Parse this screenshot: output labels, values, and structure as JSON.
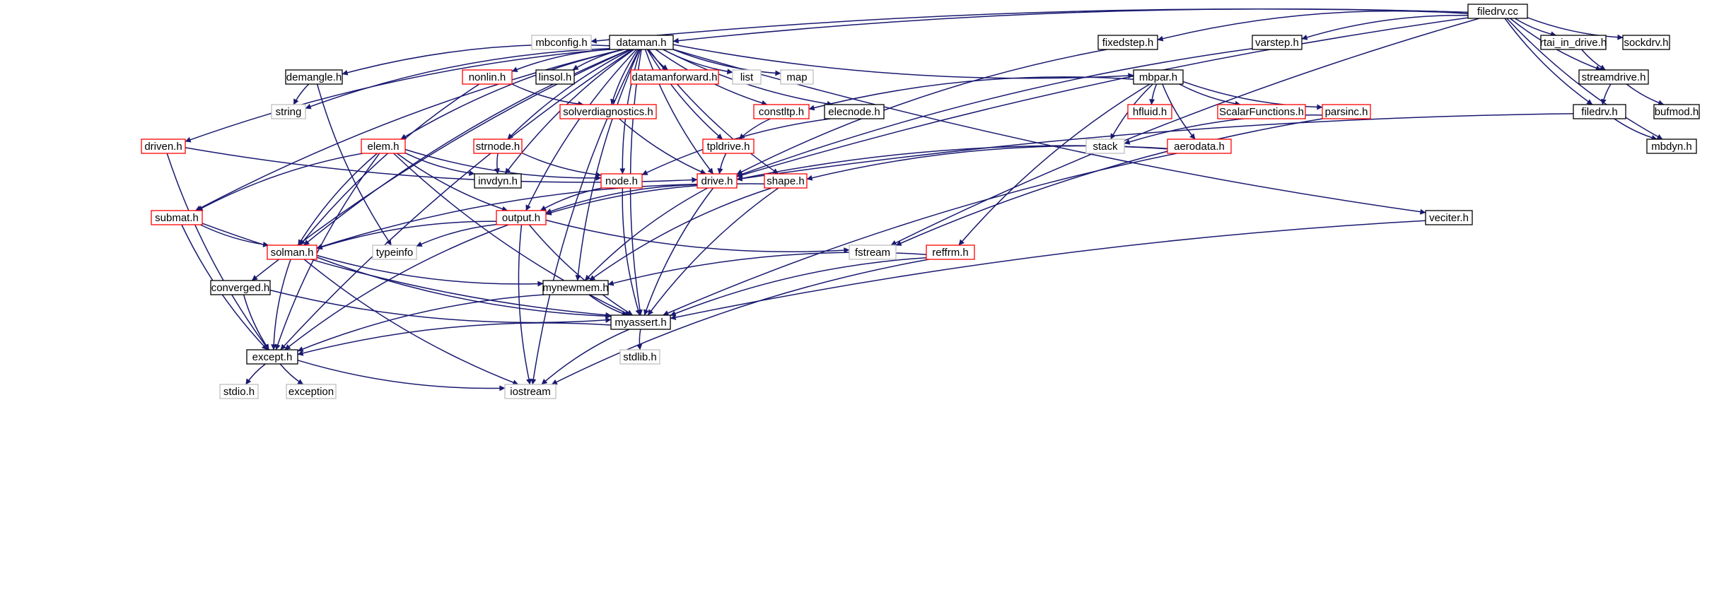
{
  "colors": {
    "edge": "#191970",
    "border_normal": "#000000",
    "border_truncated": "#ff0000",
    "border_system": "#bfbfbf",
    "root_fill": "#bfbfbf",
    "background": "#ffffff"
  },
  "nodes": [
    {
      "id": "filedrv_cc",
      "label": "filedrv.cc",
      "kind": "root"
    },
    {
      "id": "mbconfig",
      "label": "mbconfig.h",
      "kind": "system"
    },
    {
      "id": "dataman",
      "label": "dataman.h",
      "kind": "normal"
    },
    {
      "id": "fixedstep",
      "label": "fixedstep.h",
      "kind": "normal"
    },
    {
      "id": "varstep",
      "label": "varstep.h",
      "kind": "normal"
    },
    {
      "id": "rtai",
      "label": "rtai_in_drive.h",
      "kind": "normal"
    },
    {
      "id": "sockdrv",
      "label": "sockdrv.h",
      "kind": "normal"
    },
    {
      "id": "streamdrive",
      "label": "streamdrive.h",
      "kind": "normal"
    },
    {
      "id": "filedrv_h",
      "label": "filedrv.h",
      "kind": "normal"
    },
    {
      "id": "bufmod",
      "label": "bufmod.h",
      "kind": "normal"
    },
    {
      "id": "mbdyn",
      "label": "mbdyn.h",
      "kind": "normal"
    },
    {
      "id": "demangle",
      "label": "demangle.h",
      "kind": "normal"
    },
    {
      "id": "nonlin",
      "label": "nonlin.h",
      "kind": "truncated"
    },
    {
      "id": "linsol",
      "label": "linsol.h",
      "kind": "normal"
    },
    {
      "id": "datamanfwd",
      "label": "datamanforward.h",
      "kind": "truncated"
    },
    {
      "id": "list",
      "label": "list",
      "kind": "system"
    },
    {
      "id": "map",
      "label": "map",
      "kind": "system"
    },
    {
      "id": "mbpar",
      "label": "mbpar.h",
      "kind": "normal"
    },
    {
      "id": "string",
      "label": "string",
      "kind": "system"
    },
    {
      "id": "solverdiag",
      "label": "solverdiagnostics.h",
      "kind": "truncated"
    },
    {
      "id": "constltp",
      "label": "constltp.h",
      "kind": "truncated"
    },
    {
      "id": "elecnode",
      "label": "elecnode.h",
      "kind": "normal"
    },
    {
      "id": "hfluid",
      "label": "hfluid.h",
      "kind": "truncated"
    },
    {
      "id": "scalarfn",
      "label": "ScalarFunctions.h",
      "kind": "truncated"
    },
    {
      "id": "parsinc",
      "label": "parsinc.h",
      "kind": "truncated"
    },
    {
      "id": "driven",
      "label": "driven.h",
      "kind": "truncated"
    },
    {
      "id": "elem",
      "label": "elem.h",
      "kind": "truncated"
    },
    {
      "id": "strnode",
      "label": "strnode.h",
      "kind": "truncated"
    },
    {
      "id": "tpldrive",
      "label": "tpldrive.h",
      "kind": "truncated"
    },
    {
      "id": "stack",
      "label": "stack",
      "kind": "system"
    },
    {
      "id": "aerodata",
      "label": "aerodata.h",
      "kind": "truncated"
    },
    {
      "id": "invdyn",
      "label": "invdyn.h",
      "kind": "normal"
    },
    {
      "id": "node",
      "label": "node.h",
      "kind": "truncated"
    },
    {
      "id": "drive",
      "label": "drive.h",
      "kind": "truncated"
    },
    {
      "id": "shape",
      "label": "shape.h",
      "kind": "truncated"
    },
    {
      "id": "submat",
      "label": "submat.h",
      "kind": "truncated"
    },
    {
      "id": "output",
      "label": "output.h",
      "kind": "truncated"
    },
    {
      "id": "veciter",
      "label": "veciter.h",
      "kind": "normal"
    },
    {
      "id": "solman",
      "label": "solman.h",
      "kind": "truncated"
    },
    {
      "id": "typeinfo",
      "label": "typeinfo",
      "kind": "system"
    },
    {
      "id": "fstream",
      "label": "fstream",
      "kind": "system"
    },
    {
      "id": "reffrm",
      "label": "reffrm.h",
      "kind": "truncated"
    },
    {
      "id": "converged",
      "label": "converged.h",
      "kind": "normal"
    },
    {
      "id": "mynewmem",
      "label": "mynewmem.h",
      "kind": "normal"
    },
    {
      "id": "myassert",
      "label": "myassert.h",
      "kind": "normal"
    },
    {
      "id": "stdlib",
      "label": "stdlib.h",
      "kind": "system"
    },
    {
      "id": "except",
      "label": "except.h",
      "kind": "normal"
    },
    {
      "id": "stdio",
      "label": "stdio.h",
      "kind": "system"
    },
    {
      "id": "exception",
      "label": "exception",
      "kind": "system"
    },
    {
      "id": "iostream",
      "label": "iostream",
      "kind": "system"
    }
  ],
  "edges": [
    [
      "filedrv_cc",
      "mbconfig"
    ],
    [
      "filedrv_cc",
      "dataman"
    ],
    [
      "filedrv_cc",
      "fixedstep"
    ],
    [
      "filedrv_cc",
      "varstep"
    ],
    [
      "filedrv_cc",
      "rtai"
    ],
    [
      "filedrv_cc",
      "sockdrv"
    ],
    [
      "filedrv_cc",
      "streamdrive"
    ],
    [
      "filedrv_cc",
      "filedrv_h"
    ],
    [
      "filedrv_cc",
      "mbdyn"
    ],
    [
      "filedrv_cc",
      "drive"
    ],
    [
      "filedrv_cc",
      "fstream"
    ],
    [
      "rtai",
      "streamdrive"
    ],
    [
      "streamdrive",
      "filedrv_h"
    ],
    [
      "streamdrive",
      "bufmod"
    ],
    [
      "filedrv_h",
      "mbdyn"
    ],
    [
      "filedrv_h",
      "drive"
    ],
    [
      "fixedstep",
      "drive"
    ],
    [
      "varstep",
      "drive"
    ],
    [
      "dataman",
      "demangle"
    ],
    [
      "dataman",
      "nonlin"
    ],
    [
      "dataman",
      "linsol"
    ],
    [
      "dataman",
      "datamanfwd"
    ],
    [
      "dataman",
      "list"
    ],
    [
      "dataman",
      "map"
    ],
    [
      "dataman",
      "mbpar"
    ],
    [
      "dataman",
      "string"
    ],
    [
      "dataman",
      "solverdiag"
    ],
    [
      "dataman",
      "constltp"
    ],
    [
      "dataman",
      "elecnode"
    ],
    [
      "dataman",
      "tpldrive"
    ],
    [
      "dataman",
      "driven"
    ],
    [
      "dataman",
      "elem"
    ],
    [
      "dataman",
      "strnode"
    ],
    [
      "dataman",
      "invdyn"
    ],
    [
      "dataman",
      "node"
    ],
    [
      "dataman",
      "drive"
    ],
    [
      "dataman",
      "shape"
    ],
    [
      "dataman",
      "submat"
    ],
    [
      "dataman",
      "output"
    ],
    [
      "dataman",
      "veciter"
    ],
    [
      "dataman",
      "solman"
    ],
    [
      "dataman",
      "converged"
    ],
    [
      "dataman",
      "mynewmem"
    ],
    [
      "dataman",
      "myassert"
    ],
    [
      "dataman",
      "except"
    ],
    [
      "dataman",
      "iostream"
    ],
    [
      "demangle",
      "string"
    ],
    [
      "demangle",
      "typeinfo"
    ],
    [
      "nonlin",
      "solverdiag"
    ],
    [
      "nonlin",
      "solman"
    ],
    [
      "solverdiag",
      "drive"
    ],
    [
      "mbpar",
      "constltp"
    ],
    [
      "mbpar",
      "hfluid"
    ],
    [
      "mbpar",
      "scalarfn"
    ],
    [
      "mbpar",
      "parsinc"
    ],
    [
      "mbpar",
      "stack"
    ],
    [
      "mbpar",
      "aerodata"
    ],
    [
      "mbpar",
      "reffrm"
    ],
    [
      "parsinc",
      "stack"
    ],
    [
      "parsinc",
      "fstream"
    ],
    [
      "constltp",
      "tpldrive"
    ],
    [
      "tpldrive",
      "drive"
    ],
    [
      "elecnode",
      "node"
    ],
    [
      "aerodata",
      "drive"
    ],
    [
      "aerodata",
      "shape"
    ],
    [
      "aerodata",
      "myassert"
    ],
    [
      "driven",
      "drive"
    ],
    [
      "driven",
      "except"
    ],
    [
      "elem",
      "node"
    ],
    [
      "elem",
      "invdyn"
    ],
    [
      "elem",
      "output"
    ],
    [
      "elem",
      "submat"
    ],
    [
      "elem",
      "solman"
    ],
    [
      "elem",
      "myassert"
    ],
    [
      "elem",
      "except"
    ],
    [
      "strnode",
      "invdyn"
    ],
    [
      "strnode",
      "node"
    ],
    [
      "node",
      "output"
    ],
    [
      "node",
      "myassert"
    ],
    [
      "drive",
      "output"
    ],
    [
      "drive",
      "solman"
    ],
    [
      "drive",
      "mynewmem"
    ],
    [
      "drive",
      "myassert"
    ],
    [
      "shape",
      "output"
    ],
    [
      "shape",
      "mynewmem"
    ],
    [
      "shape",
      "myassert"
    ],
    [
      "submat",
      "solman"
    ],
    [
      "submat",
      "myassert"
    ],
    [
      "submat",
      "except"
    ],
    [
      "output",
      "solman"
    ],
    [
      "output",
      "typeinfo"
    ],
    [
      "output",
      "fstream"
    ],
    [
      "output",
      "myassert"
    ],
    [
      "output",
      "except"
    ],
    [
      "output",
      "iostream"
    ],
    [
      "veciter",
      "myassert"
    ],
    [
      "solman",
      "mynewmem"
    ],
    [
      "solman",
      "myassert"
    ],
    [
      "solman",
      "except"
    ],
    [
      "solman",
      "iostream"
    ],
    [
      "reffrm",
      "mynewmem"
    ],
    [
      "reffrm",
      "myassert"
    ],
    [
      "reffrm",
      "iostream"
    ],
    [
      "converged",
      "myassert"
    ],
    [
      "converged",
      "except"
    ],
    [
      "mynewmem",
      "myassert"
    ],
    [
      "mynewmem",
      "except"
    ],
    [
      "myassert",
      "stdlib"
    ],
    [
      "myassert",
      "except"
    ],
    [
      "myassert",
      "iostream"
    ],
    [
      "except",
      "stdio"
    ],
    [
      "except",
      "exception"
    ],
    [
      "except",
      "iostream"
    ]
  ]
}
